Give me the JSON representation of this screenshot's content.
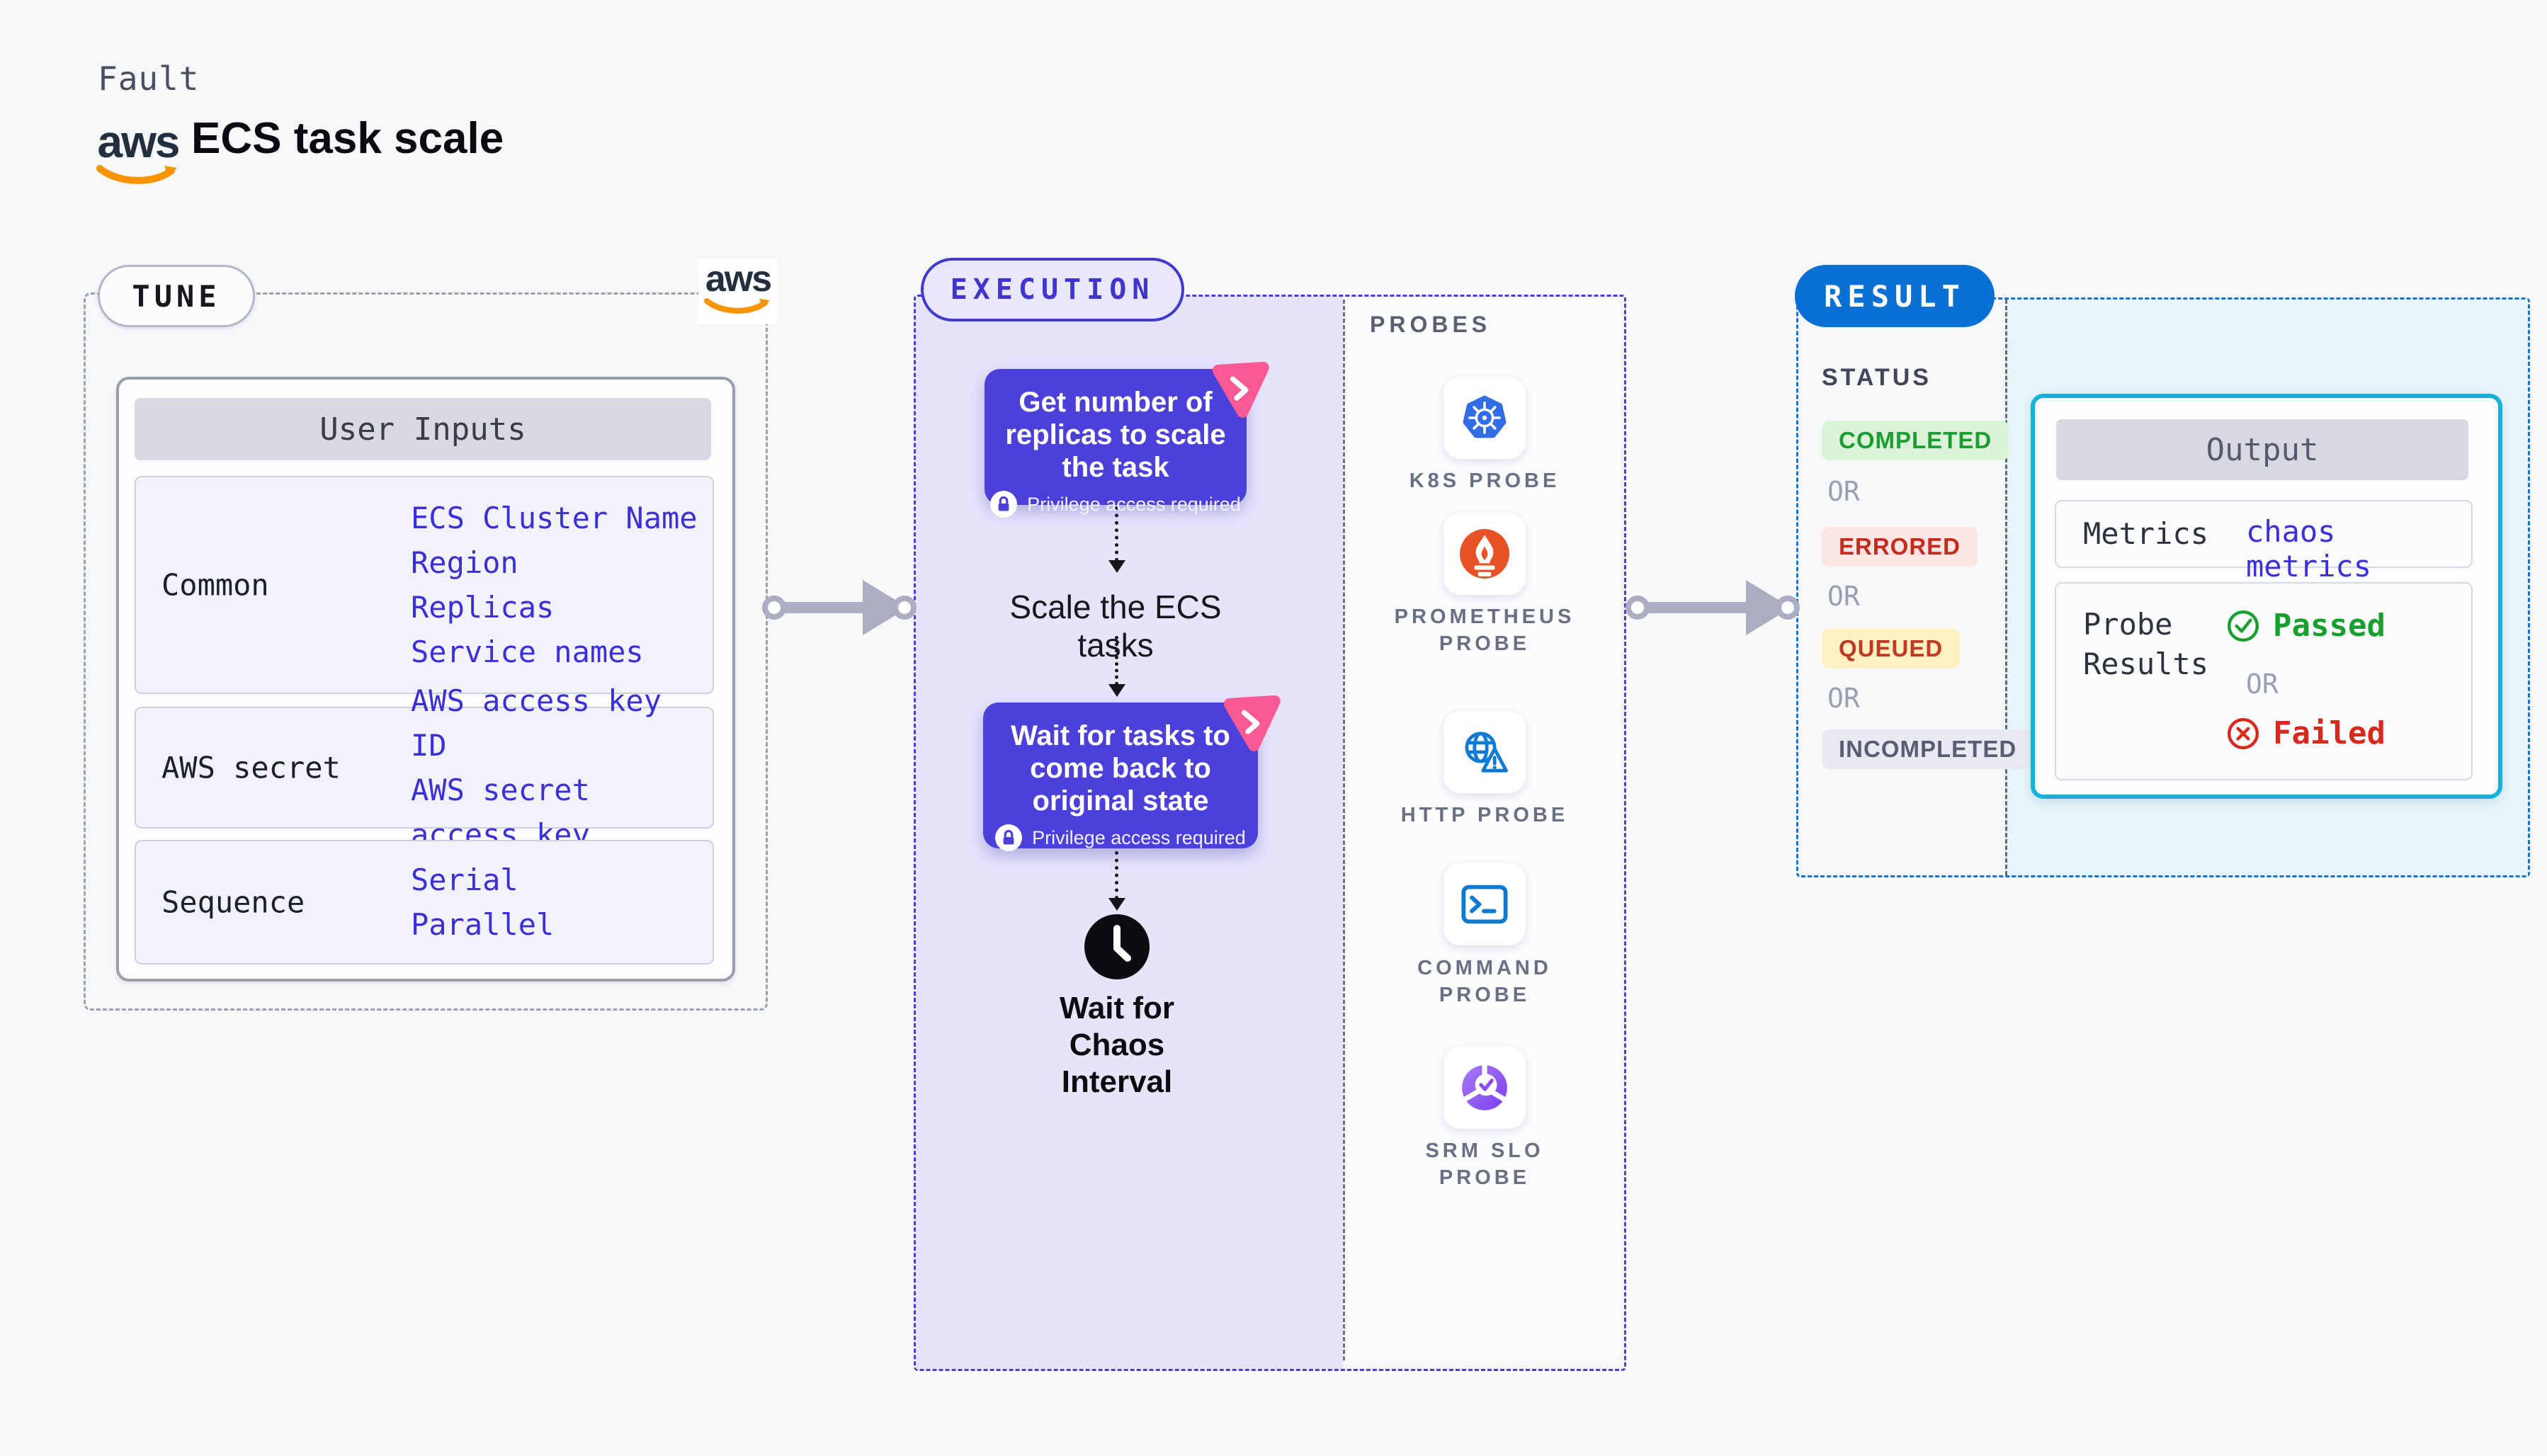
{
  "header": {
    "eyebrow": "Fault",
    "title": "ECS task scale",
    "logo_text": "aws"
  },
  "tune": {
    "badge": "TUNE",
    "user_inputs": {
      "title": "User Inputs",
      "rows": [
        {
          "label": "Common",
          "values": [
            "ECS Cluster Name",
            "Region",
            "Replicas",
            "Service names"
          ]
        },
        {
          "label": "AWS secret",
          "values": [
            "AWS access key ID",
            "AWS secret access key"
          ]
        },
        {
          "label": "Sequence",
          "values": [
            "Serial",
            "Parallel"
          ]
        }
      ]
    }
  },
  "execution": {
    "badge": "EXECUTION",
    "privilege_note": "Privilege access required",
    "steps": [
      {
        "text": "Get number of replicas to scale the task"
      },
      {
        "text": "Scale the ECS tasks"
      },
      {
        "text": "Wait for tasks to come back to original state"
      },
      {
        "text": "Wait for Chaos Interval"
      }
    ]
  },
  "probes": {
    "label": "PROBES",
    "items": [
      {
        "icon": "kubernetes-icon",
        "label": "K8S PROBE"
      },
      {
        "icon": "prometheus-icon",
        "label": "PROMETHEUS PROBE"
      },
      {
        "icon": "http-globe-warning-icon",
        "label": "HTTP PROBE"
      },
      {
        "icon": "terminal-icon",
        "label": "COMMAND PROBE"
      },
      {
        "icon": "srm-slo-icon",
        "label": "SRM SLO PROBE"
      }
    ]
  },
  "result": {
    "badge": "RESULT",
    "status": {
      "label": "STATUS",
      "separator": "OR",
      "items": [
        {
          "label": "COMPLETED",
          "style": "background:#dcf3da;color:#1b9e31"
        },
        {
          "label": "ERRORED",
          "style": "background:#fbe6e3;color:#c52c1e"
        },
        {
          "label": "QUEUED",
          "style": "background:#fdf0c3;color:#bf3a25"
        },
        {
          "label": "INCOMPLETED",
          "style": "background:#e9eaf1;color:#585d74"
        }
      ]
    },
    "output": {
      "title": "Output",
      "metrics_label": "Metrics",
      "metrics_value": "chaos metrics",
      "probe_results_label": "Probe Results",
      "passed": "Passed",
      "separator": "OR",
      "failed": "Failed"
    }
  },
  "colors": {
    "page_bg": "#f7f8fa",
    "execution_bg": "#e6e4fb",
    "execution_border": "#4a3fd9",
    "step_box": "#4b40d9",
    "chaos_pink": "#fa5a93",
    "link_blue": "#3c2fd8",
    "result_blue": "#0b70d4",
    "result_cyan_bg": "#e7f5fa",
    "output_border": "#15b1d9",
    "passed_green": "#17a02e",
    "failed_red": "#d7291c",
    "aws_orange": "#f79400",
    "kubernetes_blue": "#326de6",
    "prometheus_orange": "#e75225",
    "http_blue": "#0f7ad2",
    "arrow_gray": "#abadc2"
  }
}
